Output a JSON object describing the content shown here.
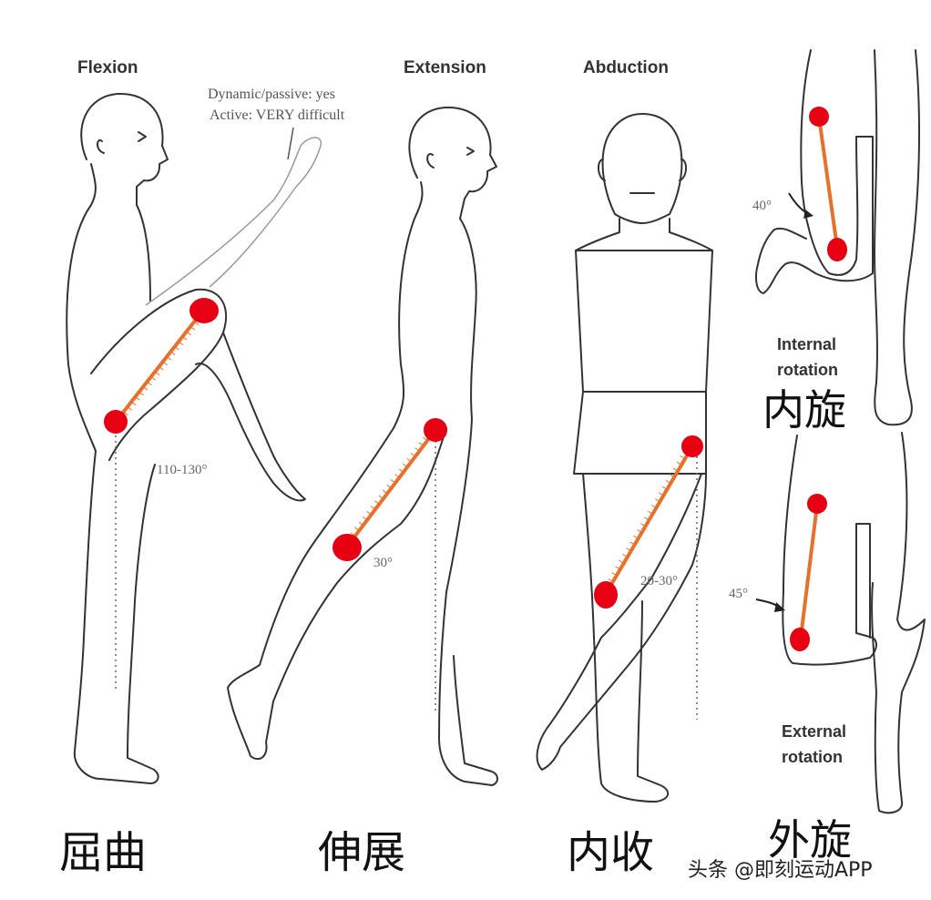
{
  "panels": [
    {
      "id": "flexion",
      "title_en": "Flexion",
      "title_zh": "屈曲",
      "angle": "110-130°",
      "note_line1": "Dynamic/passive: yes",
      "note_line2": "Active: VERY difficult"
    },
    {
      "id": "extension",
      "title_en": "Extension",
      "title_zh": "伸展",
      "angle": "30°"
    },
    {
      "id": "abduction",
      "title_en": "Abduction",
      "title_zh": "内收",
      "angle": "20-30°"
    },
    {
      "id": "rotation",
      "internal": {
        "line1": "Internal",
        "line2": "rotation",
        "zh": "内旋",
        "angle": "40°"
      },
      "external": {
        "line1": "External",
        "line2": "rotation",
        "zh": "外旋",
        "angle": "45°"
      }
    }
  ],
  "watermark": "头条 @即刻运动APP",
  "colors": {
    "joint": "#e60012",
    "bone": "#e8702a",
    "outline": "#333333"
  }
}
